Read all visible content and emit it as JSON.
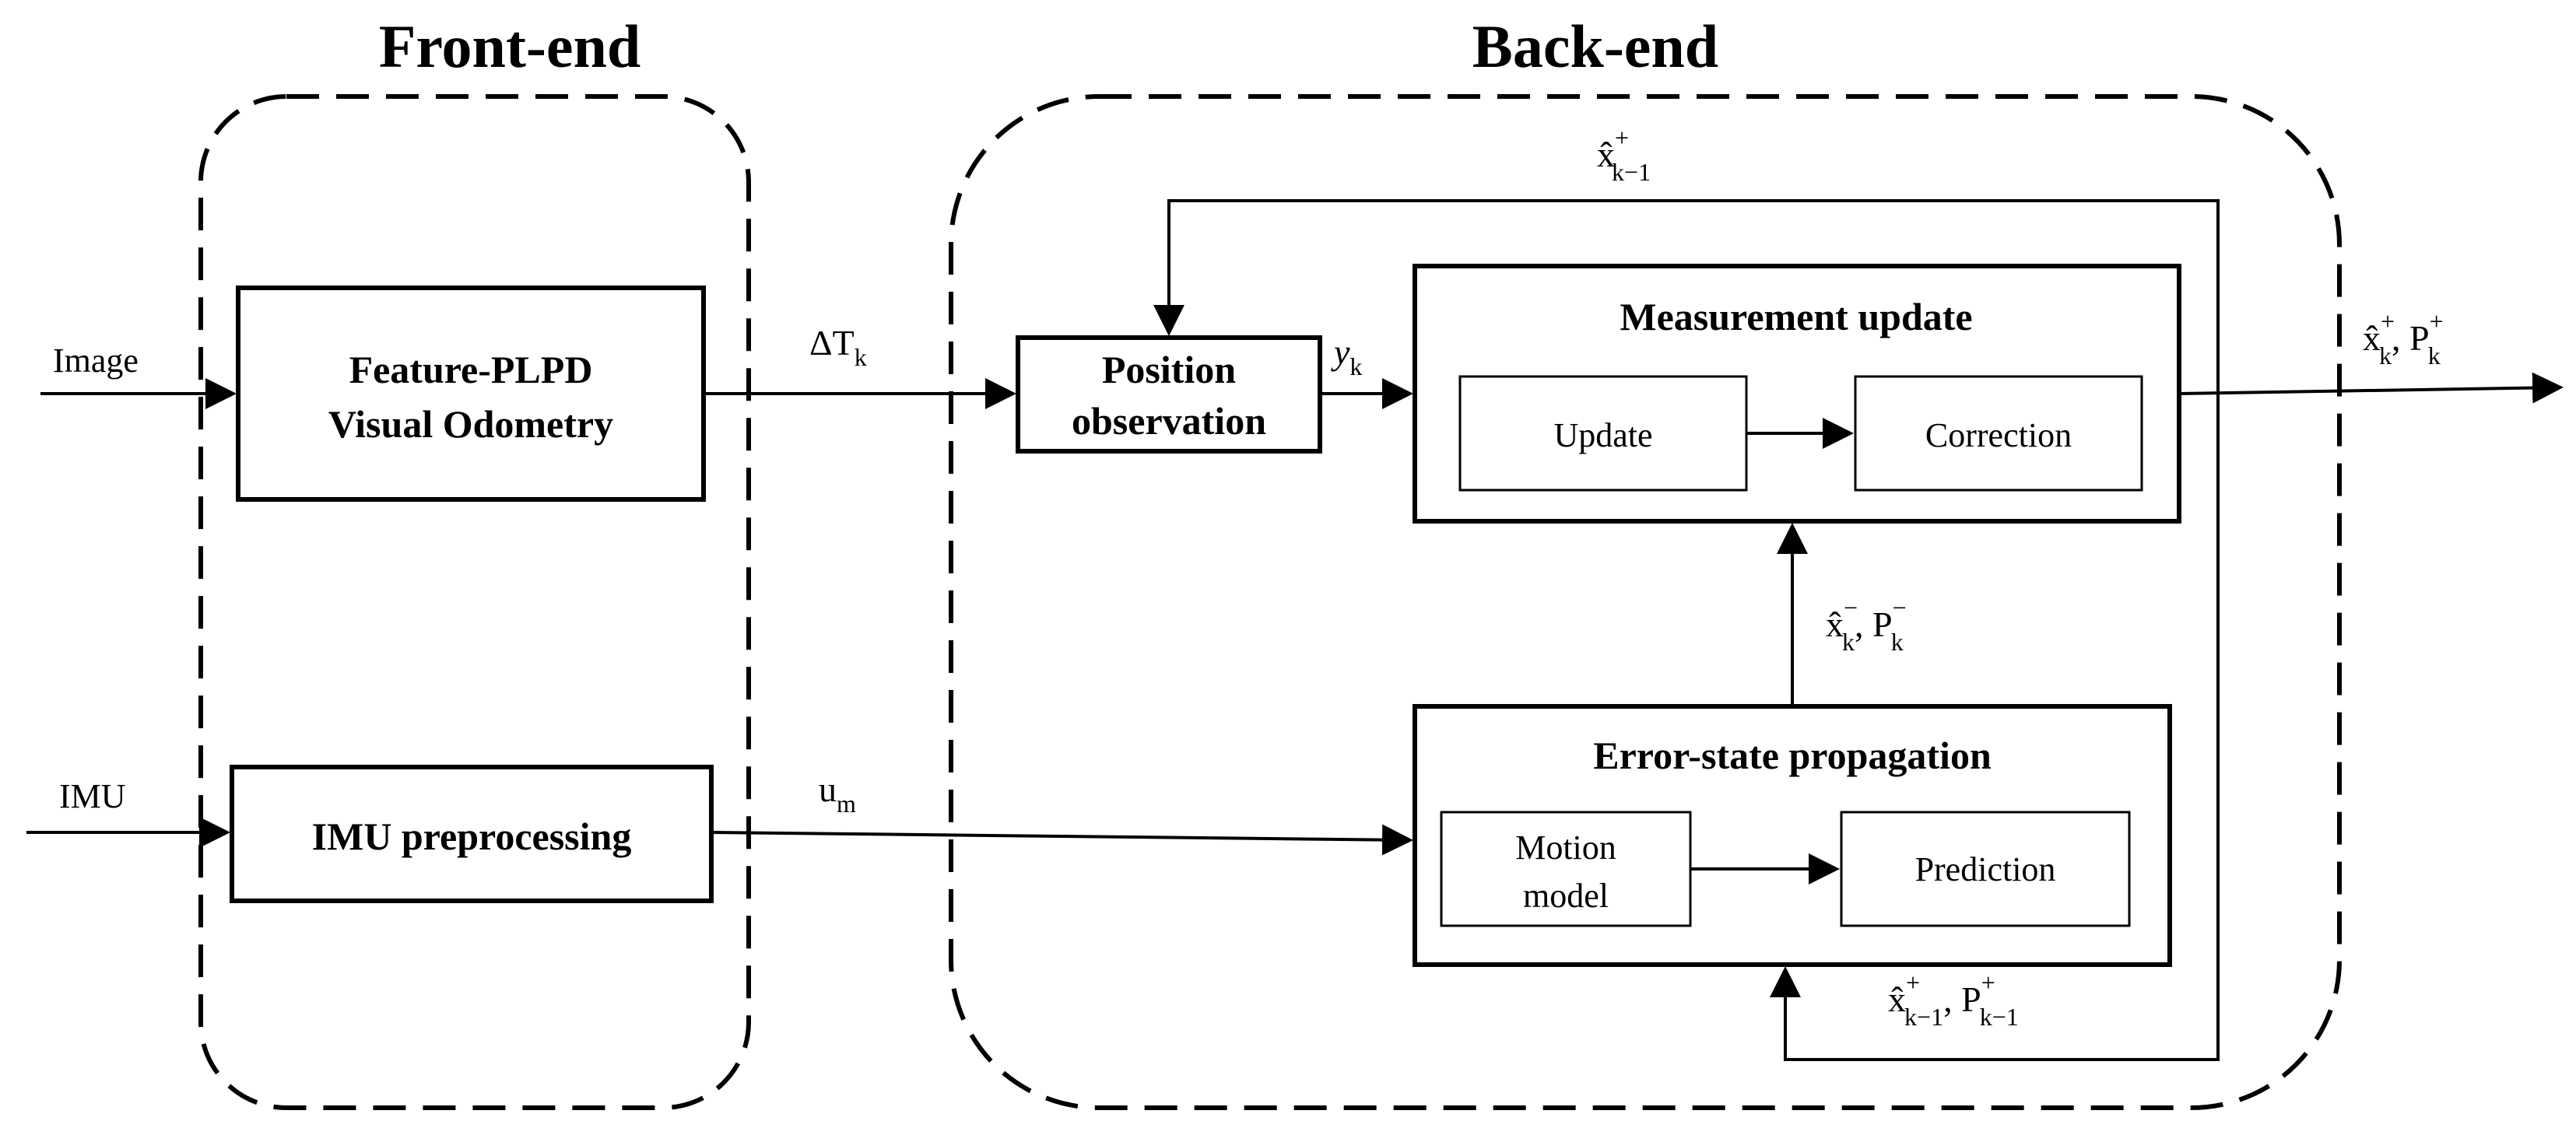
{
  "sections": {
    "frontend_title": "Front-end",
    "backend_title": "Back-end"
  },
  "inputs": {
    "image": "Image",
    "imu": "IMU"
  },
  "blocks": {
    "feature_vo": [
      "Feature-PLPD",
      "Visual Odometry"
    ],
    "imu_preprocessing": "IMU preprocessing",
    "position_observation": [
      "Position",
      "observation"
    ],
    "measurement_update": {
      "title": "Measurement update",
      "update": "Update",
      "correction": "Correction"
    },
    "error_state_propagation": {
      "title": "Error-state propagation",
      "motion_model": [
        "Motion",
        "model"
      ],
      "prediction": "Prediction"
    }
  },
  "signals": {
    "delta_t": {
      "base": "ΔT",
      "sub": "k"
    },
    "y": {
      "base": "y",
      "sub": "k"
    },
    "u": {
      "base": "u",
      "sub": "m"
    },
    "feedback_top": {
      "base": "x̂",
      "sup": "+",
      "sub": "k−1"
    },
    "output": {
      "x_base": "x̂",
      "x_sup": "+",
      "x_sub": "k",
      "p_base": "P",
      "p_sup": "+",
      "p_sub": "k"
    },
    "prior": {
      "x_base": "x̂",
      "x_sup": "−",
      "x_sub": "k",
      "p_base": "P",
      "p_sup": "−",
      "p_sub": "k"
    },
    "feedback_bottom": {
      "x_base": "x̂",
      "x_sup": "+",
      "x_sub": "k−1",
      "p_base": "P",
      "p_sup": "+",
      "p_sub": "k−1"
    }
  }
}
